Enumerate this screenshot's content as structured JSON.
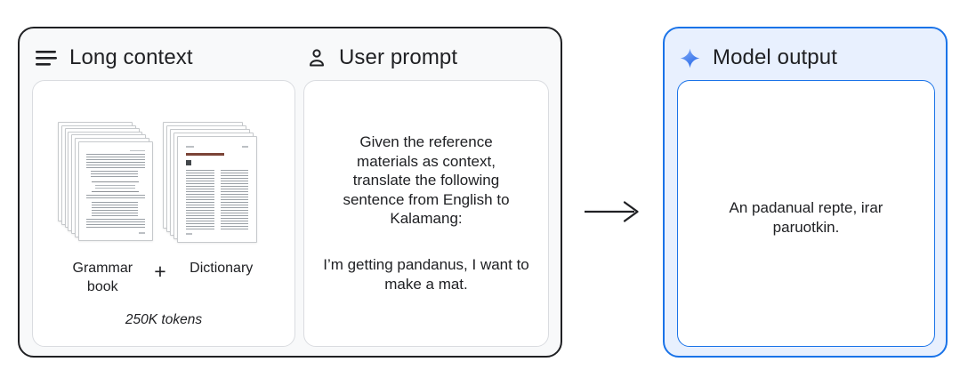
{
  "diagram": {
    "context_panel": {
      "title": "Long context",
      "grammar_label": "Grammar book",
      "plus_sign": "+",
      "dictionary_label": "Dictionary",
      "token_count": "250K tokens"
    },
    "prompt_panel": {
      "title": "User prompt",
      "instruction": "Given the reference materials as context, translate the following sentence from English to Kalamang:",
      "sentence": "I’m getting pandanus, I want to make a mat."
    },
    "output_panel": {
      "title": "Model output",
      "translation": "An padanual repte, irar paruotkin."
    },
    "colors": {
      "accent_blue": "#1a73e8",
      "light_blue_bg": "#e8f0fe",
      "dark_text": "#202124",
      "panel_bg": "#f8f9fa",
      "card_border": "#dadce0"
    },
    "icons": {
      "context": "short-text-icon",
      "prompt": "person-icon",
      "output": "spark-icon",
      "flow": "arrow-right-icon"
    }
  }
}
